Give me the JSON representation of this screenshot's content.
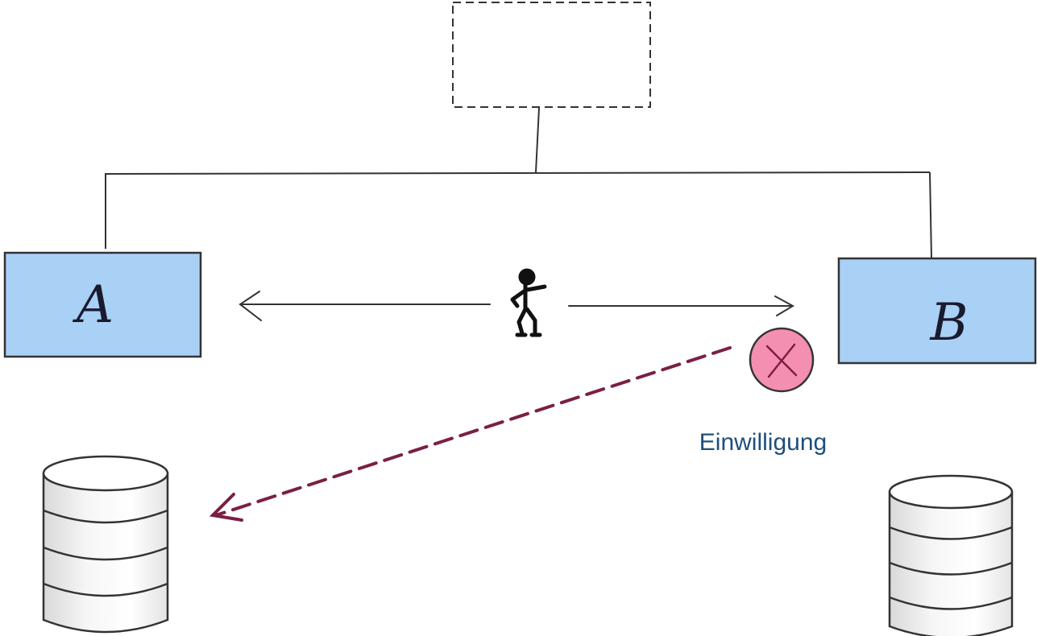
{
  "nodes": {
    "a_label": "A",
    "b_label": "B"
  },
  "consent": {
    "label": "Einwilligung",
    "icon": "x-circle-icon",
    "color": "#f48fb1"
  },
  "colors": {
    "box_fill": "#a9d0f5",
    "stroke": "#333333",
    "dashed_arrow": "#7b1f45",
    "consent_text": "#1f4e79"
  }
}
